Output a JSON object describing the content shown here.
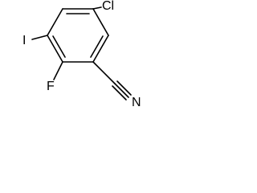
{
  "molecule": {
    "atoms": {
      "chlorine": "Cl",
      "iodine": "I",
      "fluorine": "F",
      "nitrogen": "N"
    }
  }
}
